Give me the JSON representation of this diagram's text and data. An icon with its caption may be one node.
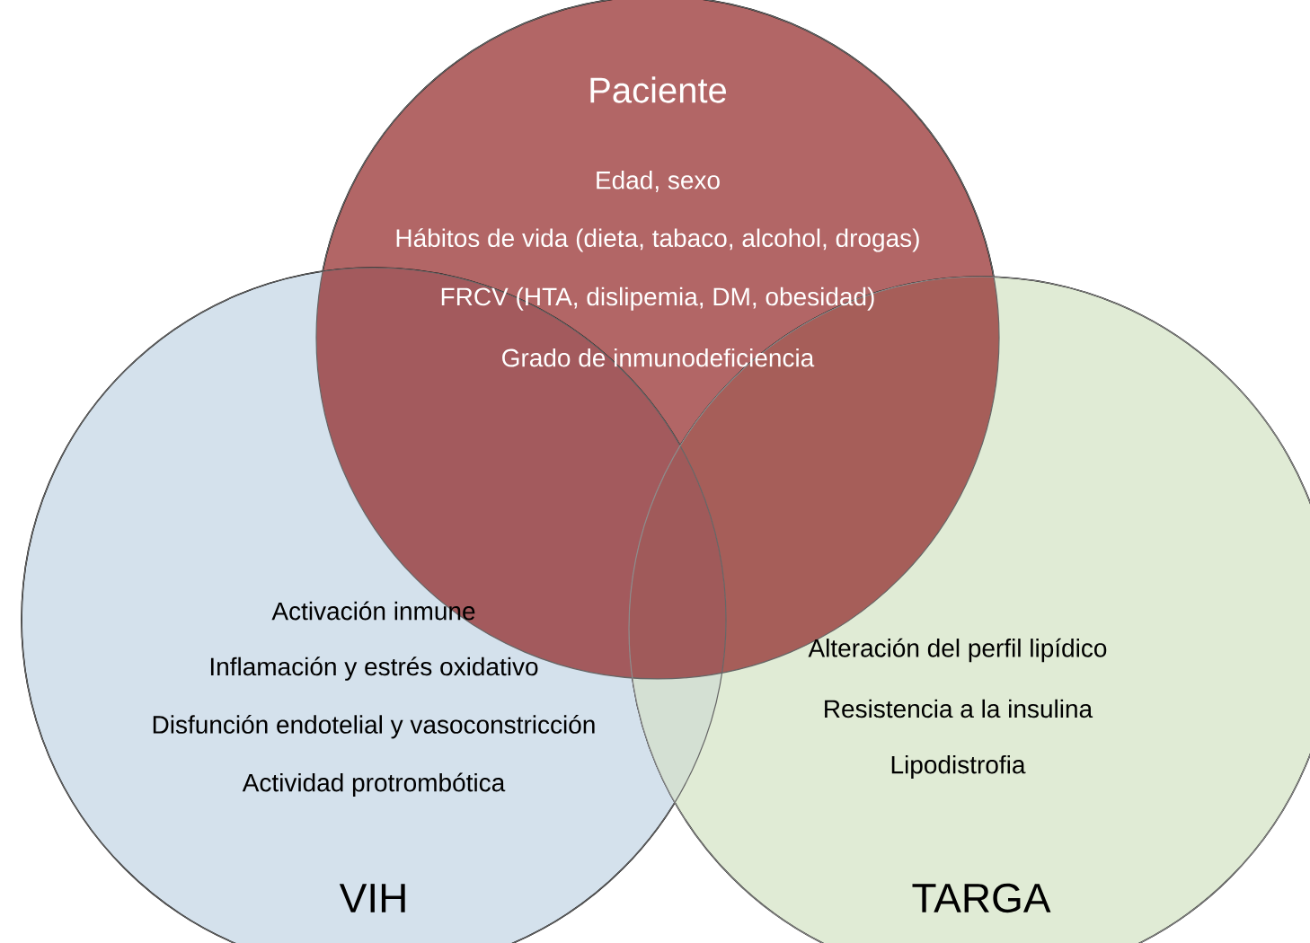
{
  "diagram": {
    "nodes": [
      {
        "text": [
          "Paciente",
          "Edad, sexo",
          "Hábitos de vida (dieta, tabaco, alcohol, drogas)",
          "FRCV (HTA, dislipemia, DM, obesidad)",
          "Grado de inmunodeficiencia"
        ]
      },
      {
        "text": [
          "Activación inmune",
          "Inflamación y estrés oxidativo",
          "Disfunción endotelial y vasoconstricción",
          "Actividad protrombótica",
          "VIH"
        ]
      },
      {
        "text": [
          "Alteración del perfil lipídico",
          "Resistencia a la insulina",
          "Lipodistrofia",
          "TARGA"
        ]
      }
    ],
    "edges": []
  }
}
